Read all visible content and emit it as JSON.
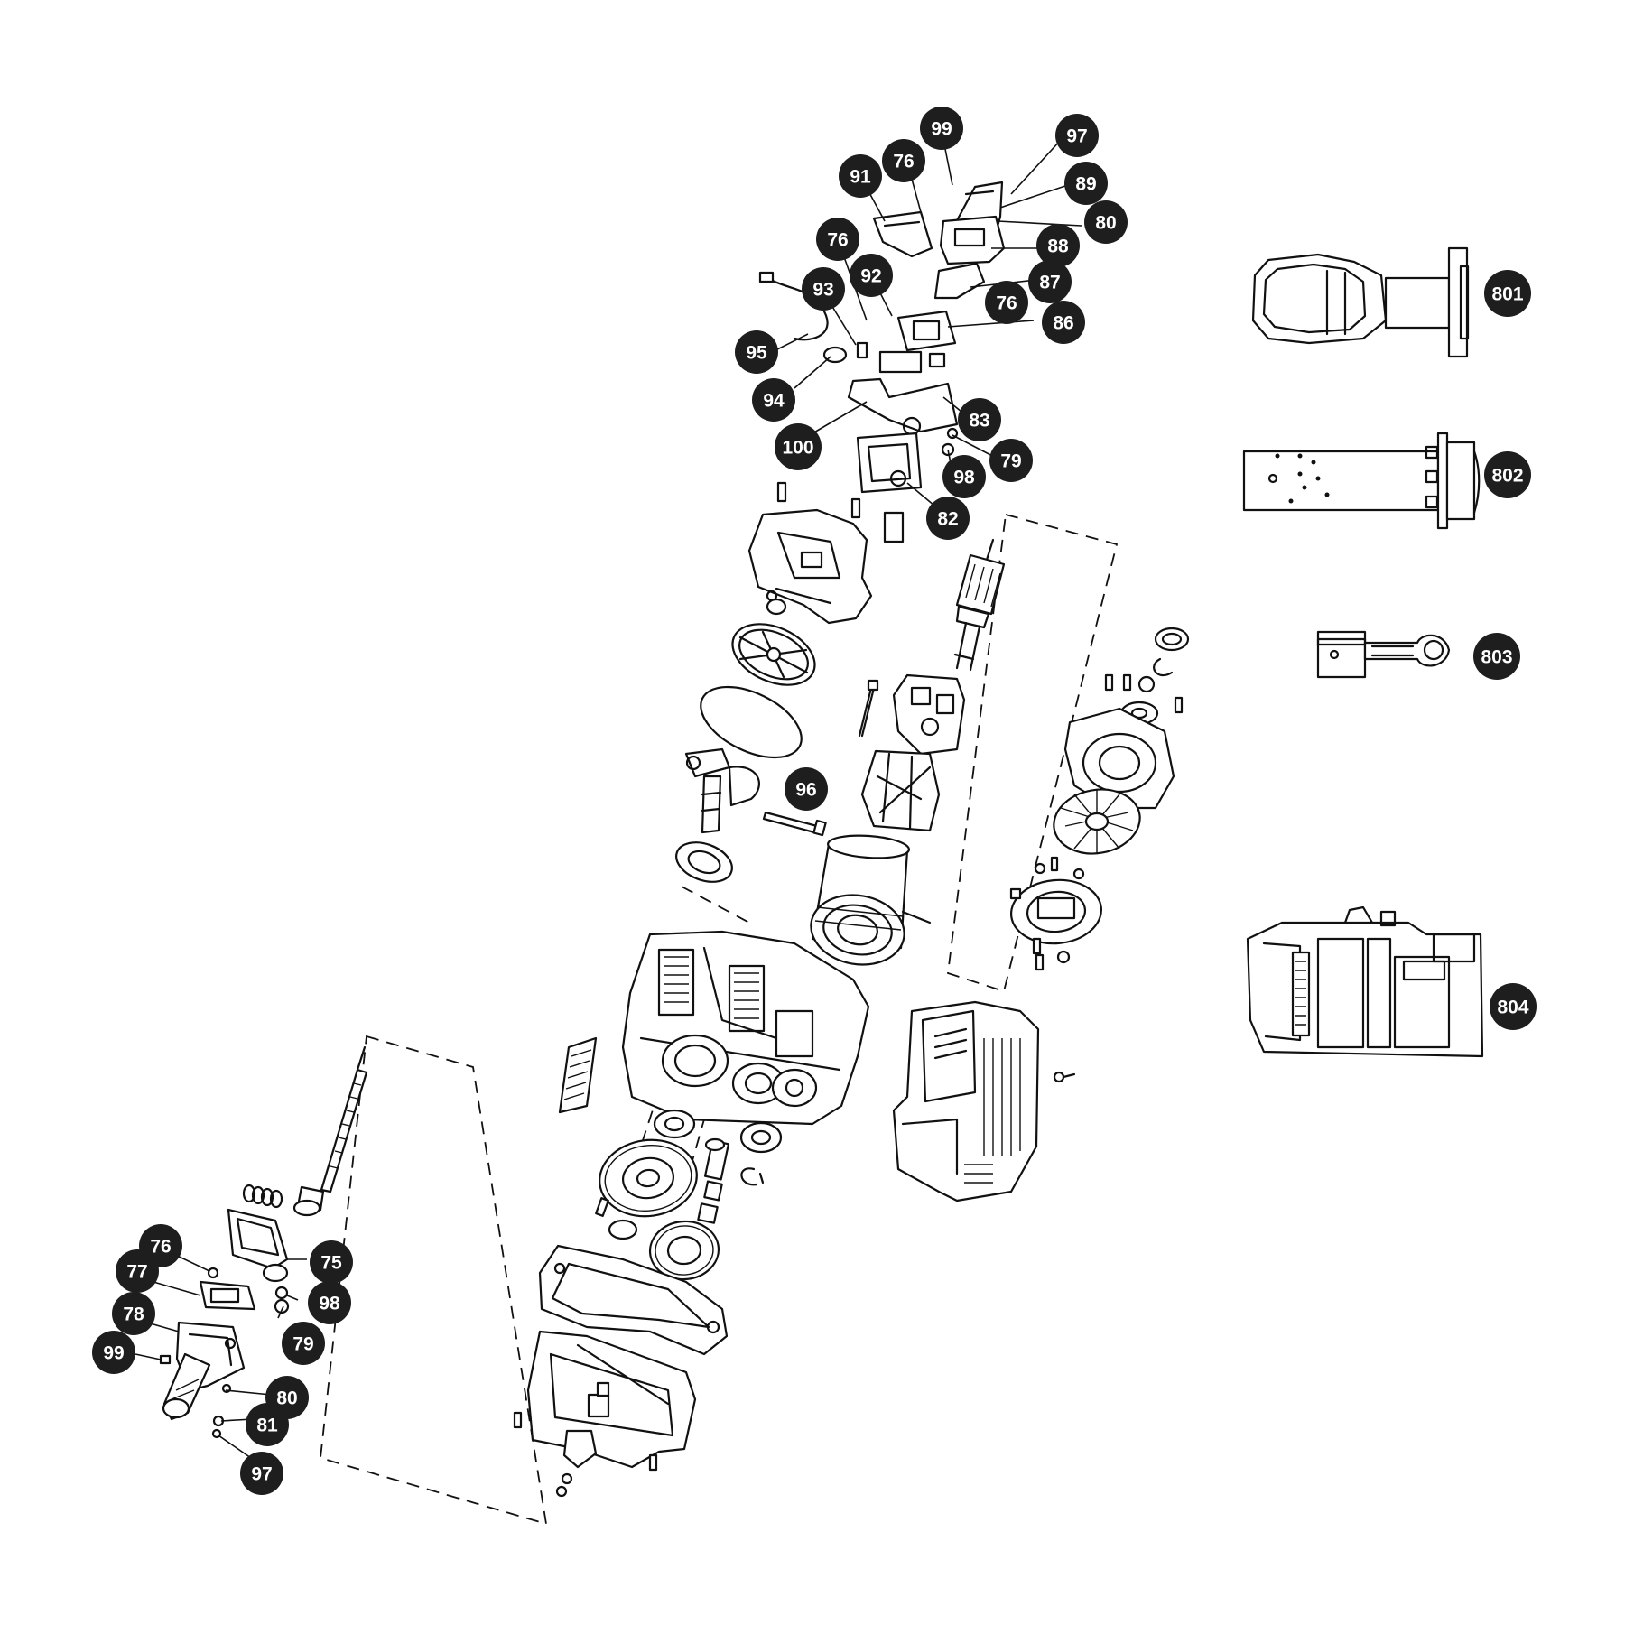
{
  "callouts": [
    {
      "label": "99"
    },
    {
      "label": "97"
    },
    {
      "label": "76"
    },
    {
      "label": "91"
    },
    {
      "label": "89"
    },
    {
      "label": "80"
    },
    {
      "label": "88"
    },
    {
      "label": "76"
    },
    {
      "label": "92"
    },
    {
      "label": "87"
    },
    {
      "label": "93"
    },
    {
      "label": "76"
    },
    {
      "label": "86"
    },
    {
      "label": "95"
    },
    {
      "label": "94"
    },
    {
      "label": "83"
    },
    {
      "label": "100"
    },
    {
      "label": "79"
    },
    {
      "label": "98"
    },
    {
      "label": "82"
    },
    {
      "label": "96"
    },
    {
      "label": "76"
    },
    {
      "label": "75"
    },
    {
      "label": "77"
    },
    {
      "label": "98"
    },
    {
      "label": "78"
    },
    {
      "label": "79"
    },
    {
      "label": "99"
    },
    {
      "label": "80"
    },
    {
      "label": "81"
    },
    {
      "label": "97"
    },
    {
      "label": "801"
    },
    {
      "label": "802"
    },
    {
      "label": "803"
    },
    {
      "label": "804"
    }
  ],
  "colors": {
    "line": "#111111",
    "callout": "#1e1e1e",
    "callout_text": "#ffffff",
    "background": "#ffffff"
  }
}
